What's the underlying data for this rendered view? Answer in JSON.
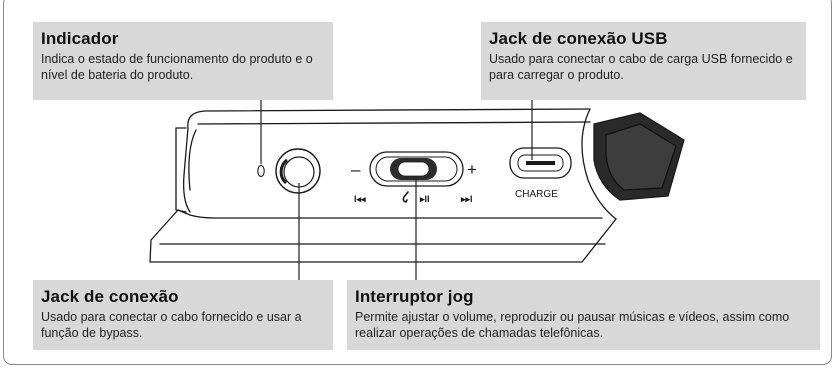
{
  "callouts": {
    "indicador": {
      "title": "Indicador",
      "desc": "Indica o estado de funcionamento do produto e o nível de bateria do produto."
    },
    "usb": {
      "title": "Jack de conexão USB",
      "desc": "Usado para conectar o cabo de carga USB fornecido e para carregar o produto."
    },
    "jack": {
      "title": "Jack de conexão",
      "desc": "Usado para conectar o cabo fornecido e usar a função de bypass."
    },
    "jog": {
      "title": "Interruptor jog",
      "desc": "Permite ajustar o volume, reproduzir ou pausar músicas e vídeos, assim como realizar operações de chamadas telefônicas."
    }
  },
  "device_labels": {
    "minus": "–",
    "plus": "+",
    "prev": "I◂◂",
    "play_pause": "▸II",
    "next": "▸▸I",
    "charge": "CHARGE"
  },
  "colors": {
    "callout_bg": "#d8d8d8",
    "frame": "#8a8a8a",
    "device_stroke": "#1a1a1a"
  }
}
